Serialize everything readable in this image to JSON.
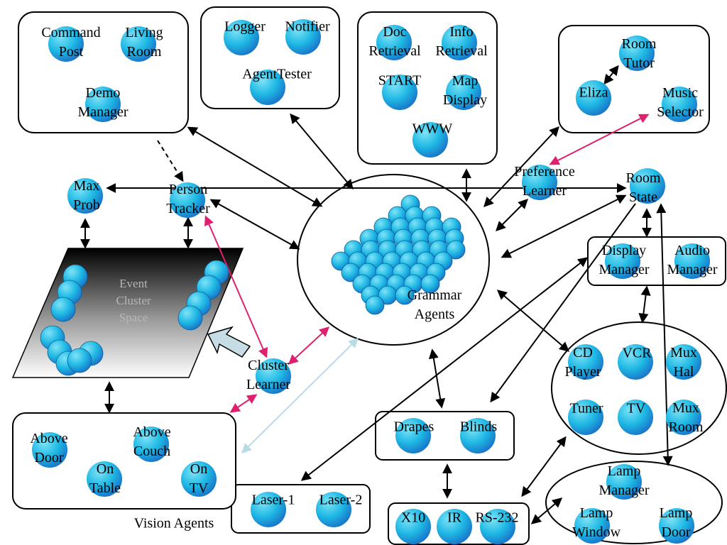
{
  "groups": {
    "top_left": {
      "command_post": [
        "Command",
        "Post"
      ],
      "living_room": [
        "Living",
        "Room"
      ],
      "demo_manager": [
        "Demo",
        "Manager"
      ]
    },
    "top_middle": {
      "logger": "Logger",
      "notifier": "Notifier",
      "agent_tester": "AgentTester"
    },
    "info": {
      "doc_retrieval": [
        "Doc",
        "Retrieval"
      ],
      "info_retrieval": [
        "Info",
        "Retrieval"
      ],
      "start": "START",
      "map_display": [
        "Map",
        "Display"
      ],
      "www": "WWW"
    },
    "tutor": {
      "room_tutor": [
        "Room",
        "Tutor"
      ],
      "eliza": "Eliza",
      "music_selector": [
        "Music",
        "Selector"
      ]
    },
    "output_managers": {
      "display_manager": [
        "Display",
        "Manager"
      ],
      "audio_manager": [
        "Audio",
        "Manager"
      ]
    },
    "devices": {
      "cd_player": [
        "CD",
        "Player"
      ],
      "vcr": "VCR",
      "mux_hal": [
        "Mux",
        "Hal"
      ],
      "tuner": "Tuner",
      "tv": "TV",
      "mux_room": [
        "Mux",
        "Room"
      ]
    },
    "window_treatments": {
      "drapes": "Drapes",
      "blinds": "Blinds"
    },
    "controllers": {
      "x10": "X10",
      "ir": "IR",
      "rs232": "RS-232"
    },
    "lasers": {
      "laser1": "Laser-1",
      "laser2": "Laser-2"
    },
    "lamps": {
      "lamp_manager": [
        "Lamp",
        "Manager"
      ],
      "lamp_window": [
        "Lamp",
        "Window"
      ],
      "lamp_door": [
        "Lamp",
        "Door"
      ]
    },
    "vision": {
      "above_door": [
        "Above",
        "Door"
      ],
      "above_couch": [
        "Above",
        "Couch"
      ],
      "on_table": [
        "On",
        "Table"
      ],
      "on_tv": [
        "On",
        "TV"
      ],
      "caption": "Vision Agents"
    }
  },
  "standalone": {
    "max_prob": [
      "Max",
      "Prob"
    ],
    "person_tracker": [
      "Person",
      "Tracker"
    ],
    "preference_learner": [
      "Preference",
      "Learner"
    ],
    "room_state": [
      "Room",
      "State"
    ],
    "cluster_learner": [
      "Cluster",
      "Learner"
    ],
    "grammar_agents": [
      "Grammar",
      "Agents"
    ]
  },
  "event_space": [
    "Event",
    "Cluster",
    "Space"
  ],
  "colors": {
    "agent_light": "#7fe3f7",
    "agent_mid": "#1eb8e4",
    "agent_dark": "#1a72c8",
    "arrow_black": "#000000",
    "arrow_pink": "#e0206e",
    "arrow_lightblue": "#b9dbe6",
    "big_arrow_fill": "#c6dde6"
  }
}
